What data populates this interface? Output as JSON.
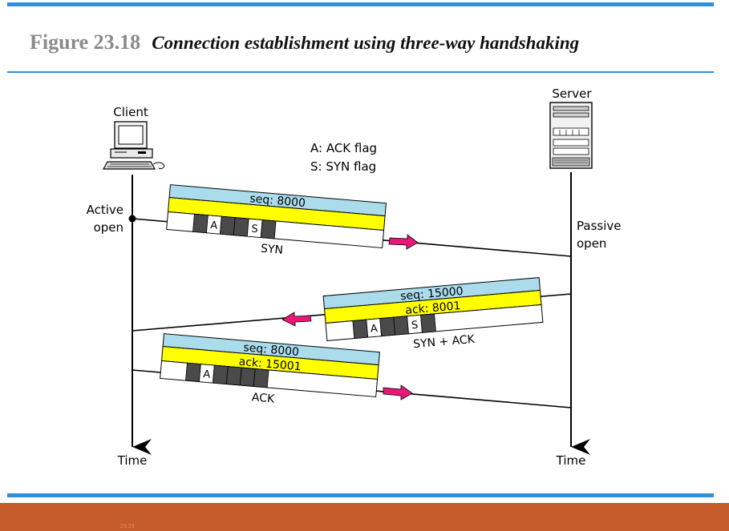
{
  "figure": {
    "number": "Figure 23.18",
    "title": "Connection establishment using three-way handshaking"
  },
  "client": {
    "label": "Client",
    "event": [
      "Active",
      "open"
    ],
    "axis_label": "Time"
  },
  "server": {
    "label": "Server",
    "event": [
      "Passive",
      "open"
    ],
    "axis_label": "Time"
  },
  "legend": [
    "A: ACK flag",
    "S: SYN flag"
  ],
  "segments": [
    {
      "seq": "seq: 8000",
      "flags": [
        "",
        "A",
        "",
        "",
        "S",
        ""
      ],
      "caption": "SYN"
    },
    {
      "seq": "seq: 15000",
      "ack": "ack: 8001",
      "flags": [
        "",
        "A",
        "",
        "",
        "S",
        ""
      ],
      "caption": "SYN + ACK"
    },
    {
      "seq": "seq: 8000",
      "ack": "ack: 15001",
      "flags": [
        "",
        "A",
        "",
        "",
        "",
        ""
      ],
      "caption": "ACK"
    }
  ],
  "footer": {
    "page": "23.33"
  },
  "colors": {
    "seq_band": "#aadcec",
    "ack_band": "#ffff00",
    "arrow": "#e8187a",
    "rule": "#2f8fd8",
    "footer": "#c55a2b",
    "flag_dark": "#4a4a4a"
  }
}
